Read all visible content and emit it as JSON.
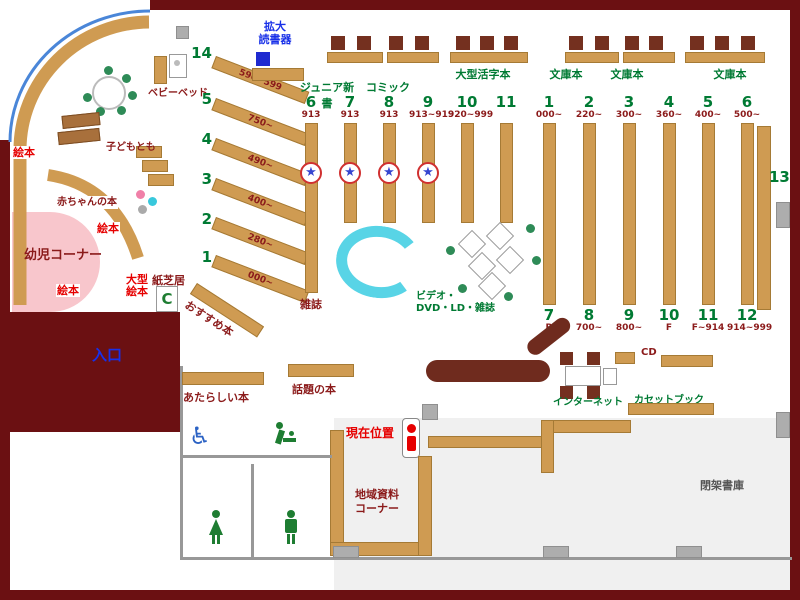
{
  "colors": {
    "frame": "#6b1012",
    "shelf_tan": "#cf9b52",
    "wood_brown": "#74301f",
    "green_label": "#007a33",
    "maroon_label": "#8b1a1a",
    "red_label": "#e60000",
    "blue_label": "#1830e8",
    "infant_pink": "#f8c6cc",
    "couch_cyan": "#58d4e6",
    "wall_gray": "#989898",
    "chair_green": "#2e8b57"
  },
  "entrance": {
    "label": "入口"
  },
  "children_corner": {
    "area_label": "幼児コーナー",
    "picture_books_1": "絵本",
    "picture_books_2": "絵本",
    "picture_books_3": "絵本",
    "baby_books": "赤ちゃんの本",
    "kodomo_tomo": "子どもとも",
    "baby_bed": "ベビーベッド",
    "large_picture_books_line1": "大型",
    "large_picture_books_line2": "絵本",
    "kamishibai": "紙芝居",
    "copier_mark": "C"
  },
  "top_area": {
    "magnifier_line1": "拡大",
    "magnifier_line2": "読書器",
    "junior_shinsho": "ジュニア新書",
    "comic": "コミック",
    "large_print": "大型活字本",
    "bunko_1": "文庫本",
    "bunko_2": "文庫本",
    "bunko_3": "文庫本"
  },
  "fan_shelves": [
    {
      "num": "14",
      "range": "590~599"
    },
    {
      "num": "5",
      "range": "750~"
    },
    {
      "num": "4",
      "range": "490~"
    },
    {
      "num": "3",
      "range": "400~"
    },
    {
      "num": "2",
      "range": "280~"
    },
    {
      "num": "1",
      "range": "000~"
    }
  ],
  "stacks_left": [
    {
      "num": "6",
      "range": "913"
    },
    {
      "num": "7",
      "range": "913"
    },
    {
      "num": "8",
      "range": "913"
    },
    {
      "num": "9",
      "range": "913~919"
    },
    {
      "num": "10",
      "range": "920~999"
    },
    {
      "num": "11",
      "range": ""
    }
  ],
  "stacks_right": [
    {
      "top_num": "1",
      "top_range": "000~",
      "bottom_num": "7",
      "bottom_range": "R"
    },
    {
      "top_num": "2",
      "top_range": "220~",
      "bottom_num": "8",
      "bottom_range": "700~"
    },
    {
      "top_num": "3",
      "top_range": "300~",
      "bottom_num": "9",
      "bottom_range": "800~"
    },
    {
      "top_num": "4",
      "top_range": "360~",
      "bottom_num": "10",
      "bottom_range": "F"
    },
    {
      "top_num": "5",
      "top_range": "400~",
      "bottom_num": "11",
      "bottom_range": "F~914"
    },
    {
      "top_num": "6",
      "top_range": "500~",
      "bottom_num": "12",
      "bottom_range": "914~999"
    }
  ],
  "shelf_13": "13",
  "center_area": {
    "magazines": "雑誌",
    "av_line1": "ビデオ・",
    "av_line2": "DVD・LD・雑誌"
  },
  "media_area": {
    "cd": "CD",
    "internet": "インターネット",
    "cassette_book": "カセットブック"
  },
  "south_area": {
    "new_books": "あたらしい本",
    "topic_books": "話題の本",
    "recommended": "おすすめ本",
    "you_are_here": "現在位置",
    "local_line1": "地域資料",
    "local_line2": "コーナー",
    "closed_stacks": "閉架書庫"
  },
  "icons": {
    "wheelchair": "♿",
    "star": "★"
  }
}
